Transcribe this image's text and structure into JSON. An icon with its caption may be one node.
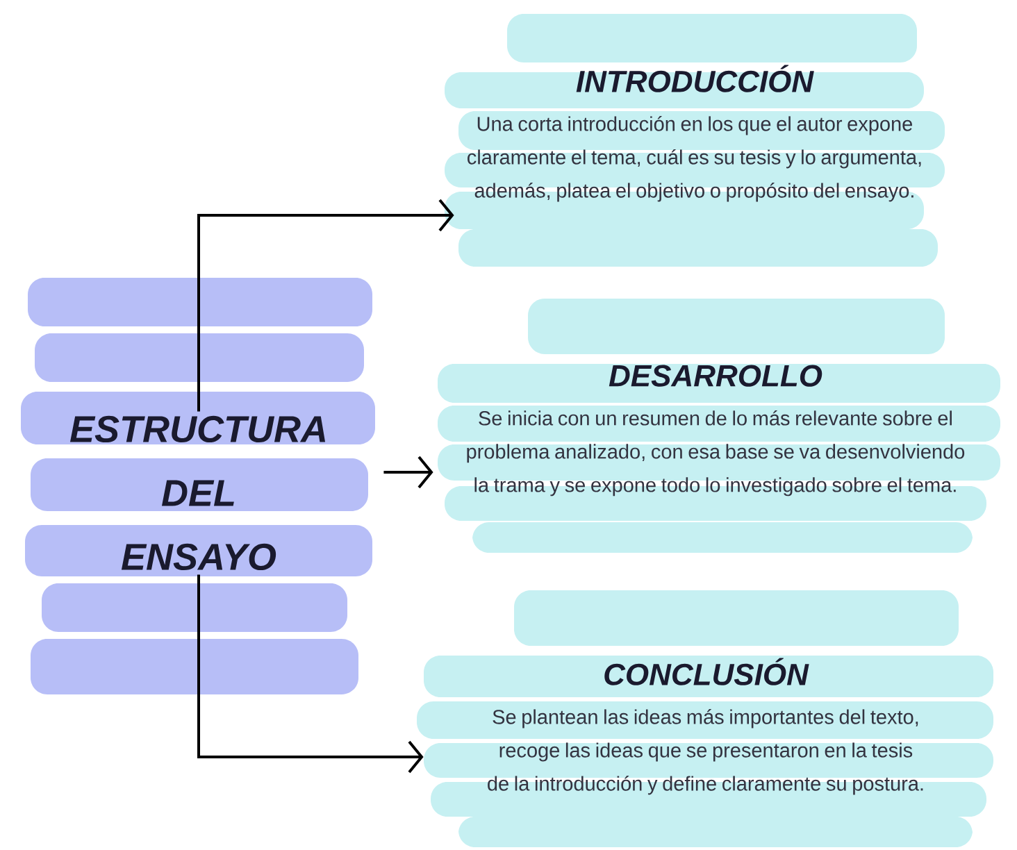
{
  "diagram": {
    "nodes": [
      {
        "text": [
          "ESTRUCTURA DEL ENSAYO"
        ]
      },
      {
        "text": [
          "INTRODUCCIÓN",
          "Una corta introducción en los que el autor expone claramente el tema, cuál es su tesis y lo argumenta, además, platea el objetivo o propósito del ensayo."
        ]
      },
      {
        "text": [
          "DESARROLLO",
          "Se inicia con un resumen de lo más relevante sobre el problema analizado, con esa base se va desenvolviendo la trama y se expone todo lo investigado sobre el tema."
        ]
      },
      {
        "text": [
          "CONCLUSIÓN",
          "Se plantean las ideas más importantes del texto, recoge las ideas que se presentaron en la tesis de la introducción y define claramente su postura."
        ]
      }
    ],
    "edges": [
      {
        "from": 0,
        "to": 1,
        "arrow": "to"
      },
      {
        "from": 0,
        "to": 2,
        "arrow": "to"
      },
      {
        "from": 0,
        "to": 3,
        "arrow": "to"
      }
    ]
  }
}
